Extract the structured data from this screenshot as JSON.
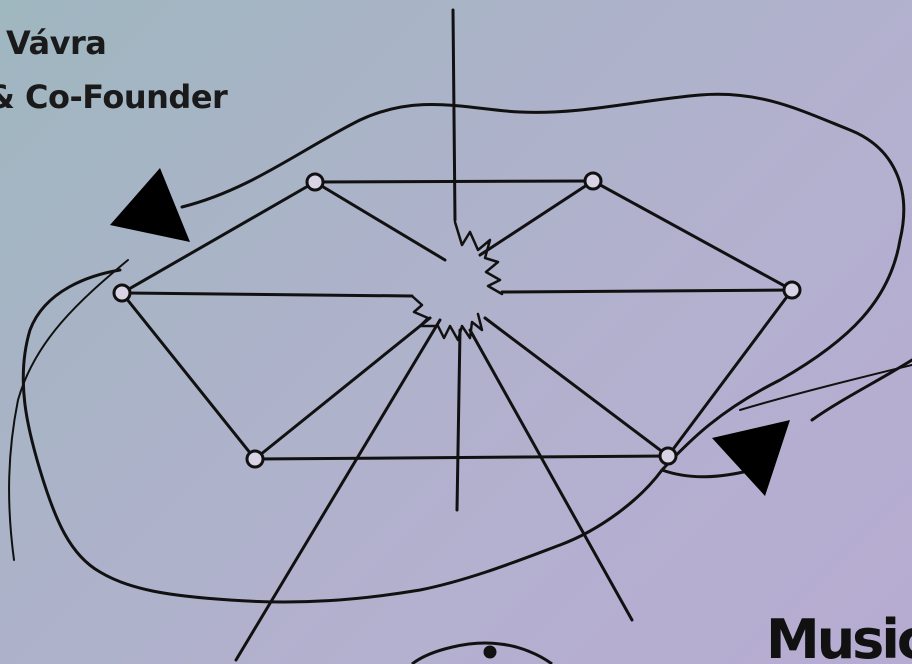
{
  "caption": {
    "name": "Vávra",
    "role": "& Co-Founder"
  },
  "brand": {
    "text": "Music"
  },
  "artwork": {
    "stroke_color": "#111111",
    "node_fill": "#d8d4e6",
    "arrow_color": "#000000"
  },
  "colors": {
    "background_start": "#9fb7c0",
    "background_end": "#b6acd2"
  }
}
